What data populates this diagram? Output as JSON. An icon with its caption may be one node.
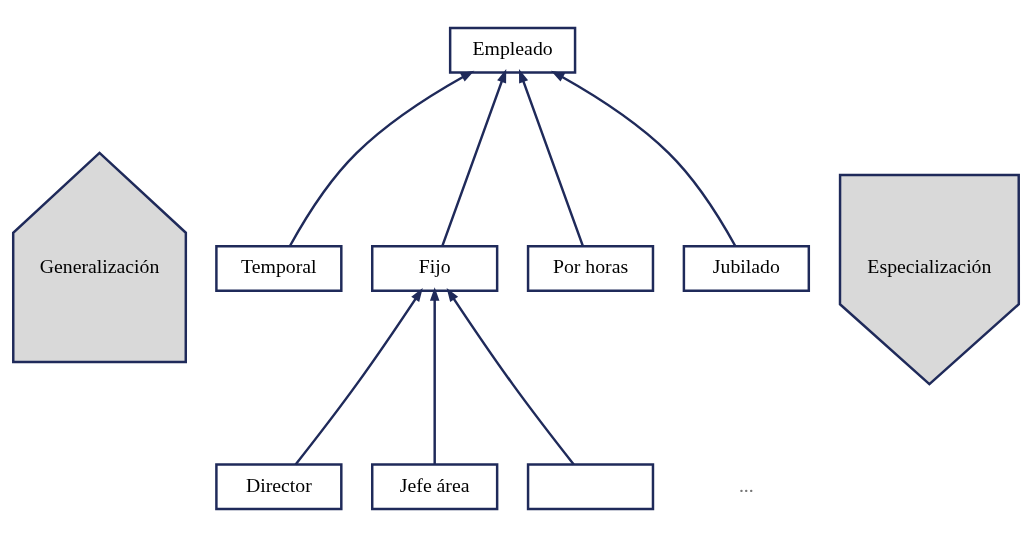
{
  "diagram": {
    "nodes": [
      {
        "text": [
          "Empleado"
        ]
      },
      {
        "text": [
          "Temporal"
        ]
      },
      {
        "text": [
          "Fijo"
        ]
      },
      {
        "text": [
          "Por horas"
        ]
      },
      {
        "text": [
          "Jubilado"
        ]
      },
      {
        "text": [
          "Director"
        ]
      },
      {
        "text": [
          "Jefe área"
        ]
      },
      {
        "text": [],
        "shape": "box"
      },
      {
        "text": [
          "Generalización"
        ]
      },
      {
        "text": [
          "Especialización"
        ]
      }
    ],
    "edges": [
      {
        "from": 1,
        "to": 0,
        "arrow": "to"
      },
      {
        "from": 2,
        "to": 0,
        "arrow": "to"
      },
      {
        "from": 3,
        "to": 0,
        "arrow": "to"
      },
      {
        "from": 4,
        "to": 0,
        "arrow": "to"
      },
      {
        "from": 5,
        "to": 2,
        "arrow": "to"
      },
      {
        "from": 6,
        "to": 2,
        "arrow": "to"
      },
      {
        "from": 7,
        "to": 2,
        "arrow": "to"
      }
    ],
    "labels": [
      "..."
    ]
  }
}
